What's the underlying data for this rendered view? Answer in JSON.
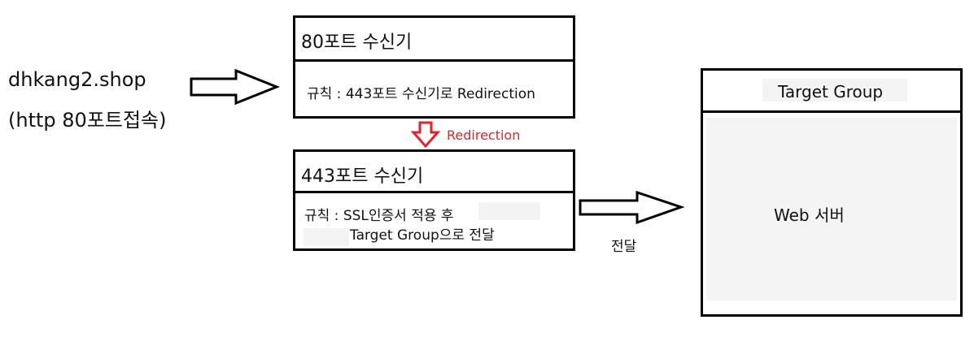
{
  "client": {
    "domain": "dhkang2.shop",
    "note": "(http 80포트접속)"
  },
  "listener80": {
    "title": "80포트 수신기",
    "rule": "규칙 : 443포트 수신기로 Redirection"
  },
  "redirect_arrow": {
    "label": "Redirection",
    "color": "#e8202a"
  },
  "listener443": {
    "title": "443포트 수신기",
    "rule_line1": "규칙 : SSL인증서 적용 후",
    "rule_line2": "Target Group으로 전달"
  },
  "forward_arrow": {
    "label": "전달"
  },
  "target_group": {
    "title": "Target Group",
    "content": "Web 서버"
  }
}
